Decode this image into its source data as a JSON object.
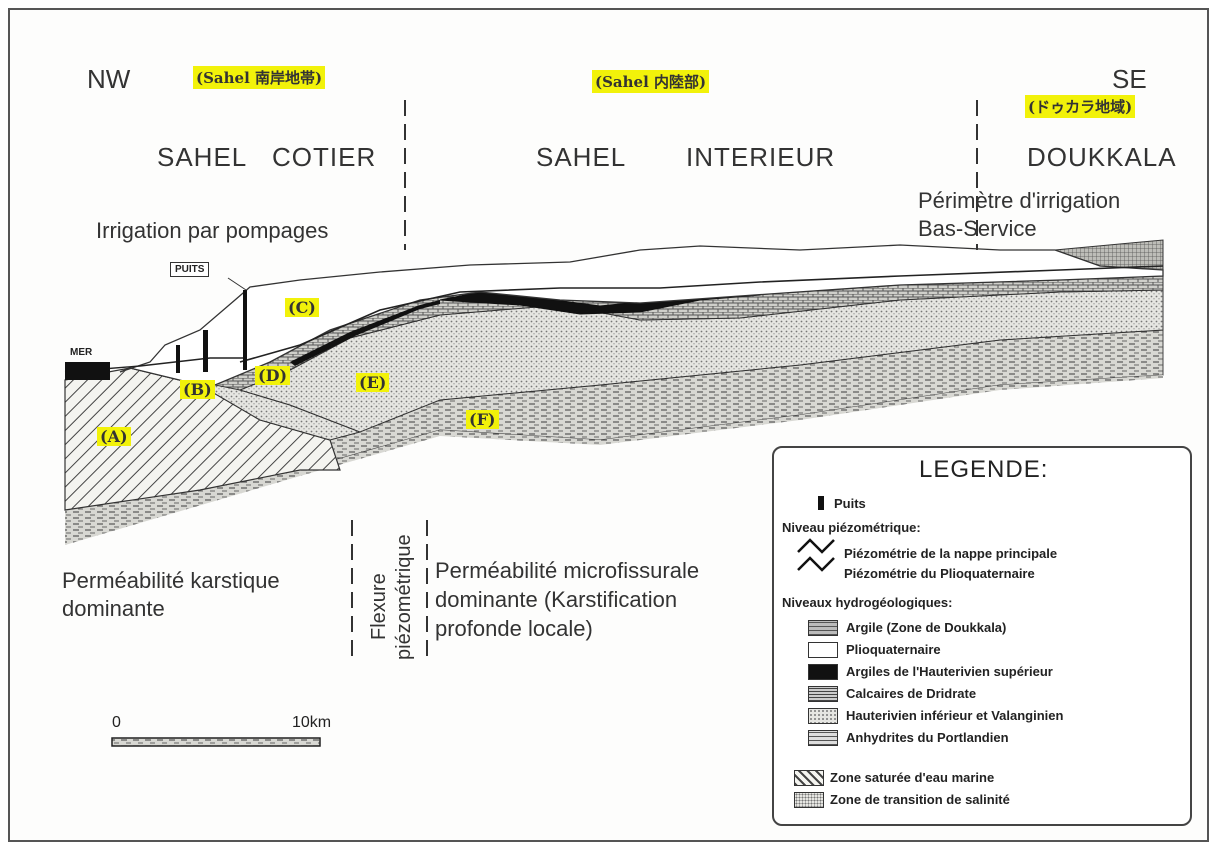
{
  "directions": {
    "nw": "NW",
    "se": "SE"
  },
  "japanese_labels": {
    "sahel_cotier": "(Sahel 南岸地帯)",
    "sahel_interieur": "(Sahel 内陸部)",
    "doukkala": "(ドゥカラ地域)"
  },
  "regions": {
    "sahel": "SAHEL",
    "cotier": "COTIER",
    "sahel2": "SAHEL",
    "interieur": "INTERIEUR",
    "doukkala": "DOUKKALA"
  },
  "annotations": {
    "irrigation_pompages": "Irrigation par pompages",
    "perimetre_line1": "Périmètre d'irrigation",
    "perimetre_line2": "Bas-Service",
    "puits": "PUITS",
    "mer": "MER",
    "karstique_line1": "Perméabilité karstique",
    "karstique_line2": "dominante",
    "flexure_line1": "Flexure",
    "flexure_line2": "piézométrique",
    "microfiss_line1": "Perméabilité microfissurale",
    "microfiss_line2": "dominante (Karstification",
    "microfiss_line3": "profonde locale)"
  },
  "zones": {
    "a": "(A)",
    "b": "(B)",
    "c": "(C)",
    "d": "(D)",
    "e": "(E)",
    "f": "(F)"
  },
  "scale": {
    "start": "0",
    "end": "10km"
  },
  "legend": {
    "title": "LEGENDE:",
    "puits": "Puits",
    "niveau_piezo": "Niveau piézométrique:",
    "piezo_principale": "Piézométrie de la nappe principale",
    "piezo_plio": "Piézométrie du Plioquaternaire",
    "niveaux_hydro": "Niveaux hydrogéologiques:",
    "argile": "Argile (Zone de Doukkala)",
    "plioquaternaire": "Plioquaternaire",
    "argiles_haut": "Argiles de l'Hauterivien supérieur",
    "calcaires": "Calcaires de Dridrate",
    "hauterivien_inf": "Hauterivien inférieur et Valanginien",
    "anhydrites": "Anhydrites du Portlandien",
    "zone_saturee": "Zone saturée d'eau marine",
    "zone_transition": "Zone de transition de salinité"
  }
}
